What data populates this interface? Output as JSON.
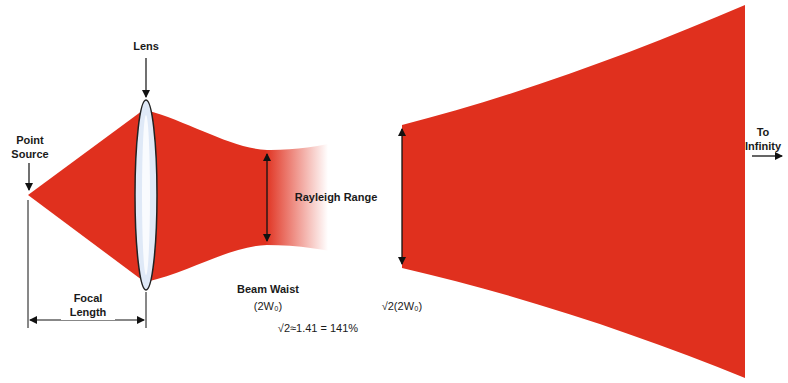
{
  "diagram": {
    "labels": [
      "Lens",
      "Point Source",
      "Focal Length",
      "Rayleigh Range",
      "Beam Waist",
      "(2W₀)",
      "√2(2W₀)",
      "√2≈1.41 = 141%",
      "To Infinity"
    ]
  }
}
